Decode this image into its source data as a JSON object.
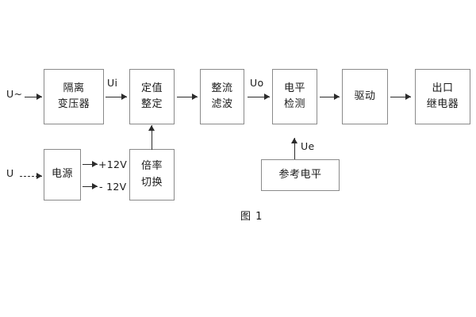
{
  "diagram": {
    "caption": "图 1",
    "boxes": [
      {
        "id": "isolation-transformer",
        "lines": [
          "隔离",
          "变压器"
        ]
      },
      {
        "id": "setpoint-adjust",
        "lines": [
          "定值",
          "整定"
        ]
      },
      {
        "id": "rectify-filter",
        "lines": [
          "整流",
          "滤波"
        ]
      },
      {
        "id": "level-detect",
        "lines": [
          "电平",
          "检测"
        ]
      },
      {
        "id": "drive",
        "lines": [
          "驱动"
        ]
      },
      {
        "id": "output-relay",
        "lines": [
          "出口",
          "继电器"
        ]
      },
      {
        "id": "power-supply",
        "lines": [
          "电源"
        ]
      },
      {
        "id": "multiplier-switch",
        "lines": [
          "倍率",
          "切换"
        ]
      },
      {
        "id": "reference-level",
        "lines": [
          "参考电平"
        ]
      }
    ],
    "signals": {
      "ac_input": "U~",
      "dc_input": "U",
      "dc_input_dash": "–",
      "ui": "Ui",
      "uo": "Uo",
      "ue": "Ue",
      "plus_12v": "+12V",
      "minus_12v": "- 12V"
    },
    "colors": {
      "box_border": "#8a8a8a",
      "arrow": "#2b2b2b",
      "text": "#1a1a1a",
      "background": "#ffffff"
    }
  }
}
